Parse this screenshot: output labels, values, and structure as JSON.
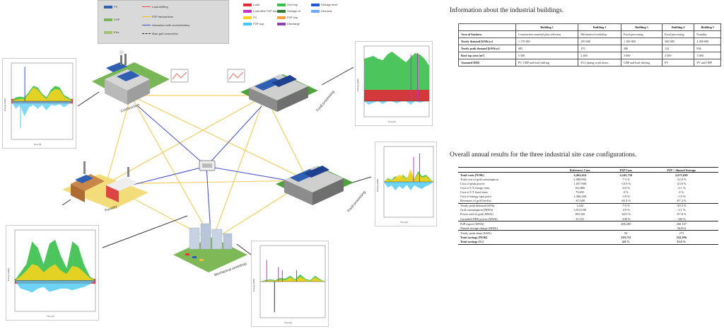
{
  "legend": {
    "rows": [
      {
        "icon": "pv-icon",
        "label": "PV"
      },
      {
        "icon": "chp-icon",
        "label": "CHP"
      },
      {
        "icon": "ev-icon",
        "label": "EVs"
      },
      {
        "line": "#e74c3c",
        "label": "Load shifting"
      },
      {
        "line": "#f1c40f",
        "label": "P2P transactions"
      },
      {
        "line": "#3b4ccb",
        "label": "Interaction with control/battery"
      },
      {
        "line": "#222222",
        "dashed": true,
        "label": "Main grid connection"
      }
    ],
    "series": [
      {
        "color": "#e02b3a",
        "label": "Load"
      },
      {
        "color": "#c22fc2",
        "label": "Load after P2P trade"
      },
      {
        "color": "#f4d21e",
        "label": "PV"
      },
      {
        "color": "#48c8f0",
        "label": "P2P sup"
      },
      {
        "color": "#39c04a",
        "label": "Grid imp"
      },
      {
        "color": "#2f7d32",
        "label": "Storage ch"
      },
      {
        "color": "#f2a23c",
        "label": "P2P imp"
      },
      {
        "color": "#8e44ad",
        "label": "Discharge"
      },
      {
        "color": "#1e5bd6",
        "label": "Storage level"
      },
      {
        "color": "#6fa8ff",
        "label": "Demand"
      }
    ]
  },
  "sites": {
    "construction": "Construction",
    "food_upper": "Food processing",
    "food_lower": "Food processing",
    "foundry": "Foundry",
    "mechanical": "Mechanical workshop"
  },
  "charts": {
    "ylabel": "Energy [kWh]",
    "xlabel": "Time [h]"
  },
  "tables": {
    "info_caption": "Information about the industrial buildings.",
    "info_headers": [
      "",
      "Building 1",
      "Building 2",
      "Building 3",
      "Building 4",
      "Building 5"
    ],
    "info_rows": [
      [
        "Area of business",
        "Construction material plus selection",
        "Mechanical workshop",
        "Food processing",
        "Food processing",
        "Foundry"
      ],
      [
        "Yearly demand [kWh/yr]",
        "1 170 000",
        "250 000",
        "1 100 000",
        "300 000",
        "2 400 000"
      ],
      [
        "Yearly peak demand [kWh/yr]",
        "485",
        "153",
        "286",
        "124",
        "836"
      ],
      [
        "Roof top area [m²]",
        "5 500",
        "2 400",
        "3 000",
        "4 500",
        "3 000"
      ],
      [
        "Assumed DER",
        "PV, CHP and load shifting",
        "EVs during work hours",
        "CHP and load shifting",
        "PV",
        "PV and CHP"
      ]
    ],
    "results_caption": "Overall annual results for the three industrial site case configurations.",
    "results_headers": [
      "",
      "Reference Case",
      "P2P Case",
      "P2P + Shared Storage"
    ],
    "results_rows": [
      {
        "cells": [
          "Total costs [NOK]",
          "4,463,424",
          "4,243,730",
          "2,671,028"
        ],
        "bold": true
      },
      {
        "cells": [
          "Total cost of grid consumption",
          "2,988,982",
          "-7.5 %",
          "-22.8 %"
        ]
      },
      {
        "cells": [
          "Cost of peak power",
          "1,057,900",
          "-15.0 %",
          "-23.6 %"
        ]
      },
      {
        "cells": [
          "Cost of CT energy term",
          "162,800",
          "-2.0 %",
          "-2.1 %"
        ]
      },
      {
        "cells": [
          "Cost of CT fixed term",
          "70,655",
          "0 %",
          "0 %"
        ]
      },
      {
        "cells": [
          "Cost of energy spot price",
          "1,386,300",
          "-1.9 %",
          "-1.9 %"
        ]
      },
      {
        "cells": [
          "Revenues of grid feed-in",
          "-67,600",
          "-65.4 %",
          "-87.4 %"
        ]
      },
      {
        "cells": [
          "Yearly peak demand [kWh]",
          "1,442",
          "-7.0 %",
          "-49.5 %"
        ],
        "sep": true
      },
      {
        "cells": [
          "Grid consumption [MWh]",
          "3,912,039",
          "-3.9 %",
          "-2.1 %"
        ]
      },
      {
        "cells": [
          "Power sold to grid [MWh]",
          "189,345",
          "-62.0 %",
          "-87.8 %"
        ]
      },
      {
        "cells": [
          "Curtailed DER power [MWh]",
          "15,721",
          "-100 %",
          "-100 %"
        ]
      },
      {
        "cells": [
          "P2P export [MWh]",
          "",
          "208,280",
          "260,187"
        ],
        "sep": true
      },
      {
        "cells": [
          "Shared storage charge [MWh]",
          "",
          "",
          "56,834"
        ]
      },
      {
        "cells": [
          "Yearly peak share [kWh]",
          "",
          "90",
          "275"
        ],
        "sep": true
      },
      {
        "cells": [
          "Total savings [NOK]",
          "",
          "219,711",
          "252,396"
        ],
        "bold": true
      },
      {
        "cells": [
          "Total savings [%]",
          "",
          "4.9 %",
          "11.0 %"
        ],
        "bold": true,
        "last": true
      }
    ]
  }
}
